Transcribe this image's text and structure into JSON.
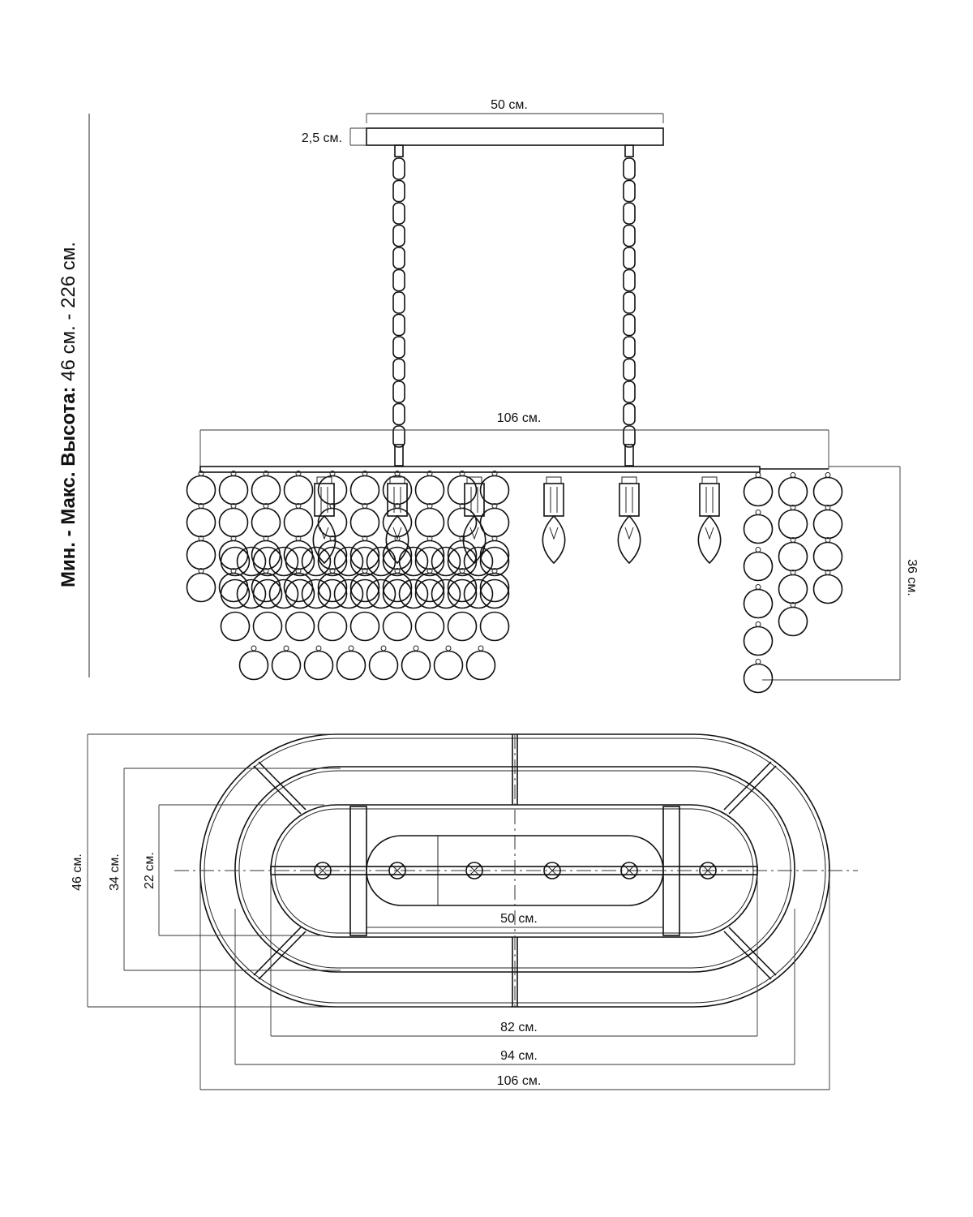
{
  "height_label": {
    "bold": "Мин. - Макс. Высота:",
    "regular": " 46 см. - 226 см."
  },
  "side_view": {
    "canopy_width": "50 см.",
    "canopy_thickness": "2,5 см.",
    "frame_length": "106 см.",
    "drop_height": "36 см."
  },
  "top_view": {
    "outer_height": "46 см.",
    "middle_height": "34 см.",
    "inner_height": "22 см.",
    "canopy_width": "50 см.",
    "inner_length": "82 см.",
    "middle_length": "94 см.",
    "outer_length": "106 см."
  },
  "lamp_count": 6
}
